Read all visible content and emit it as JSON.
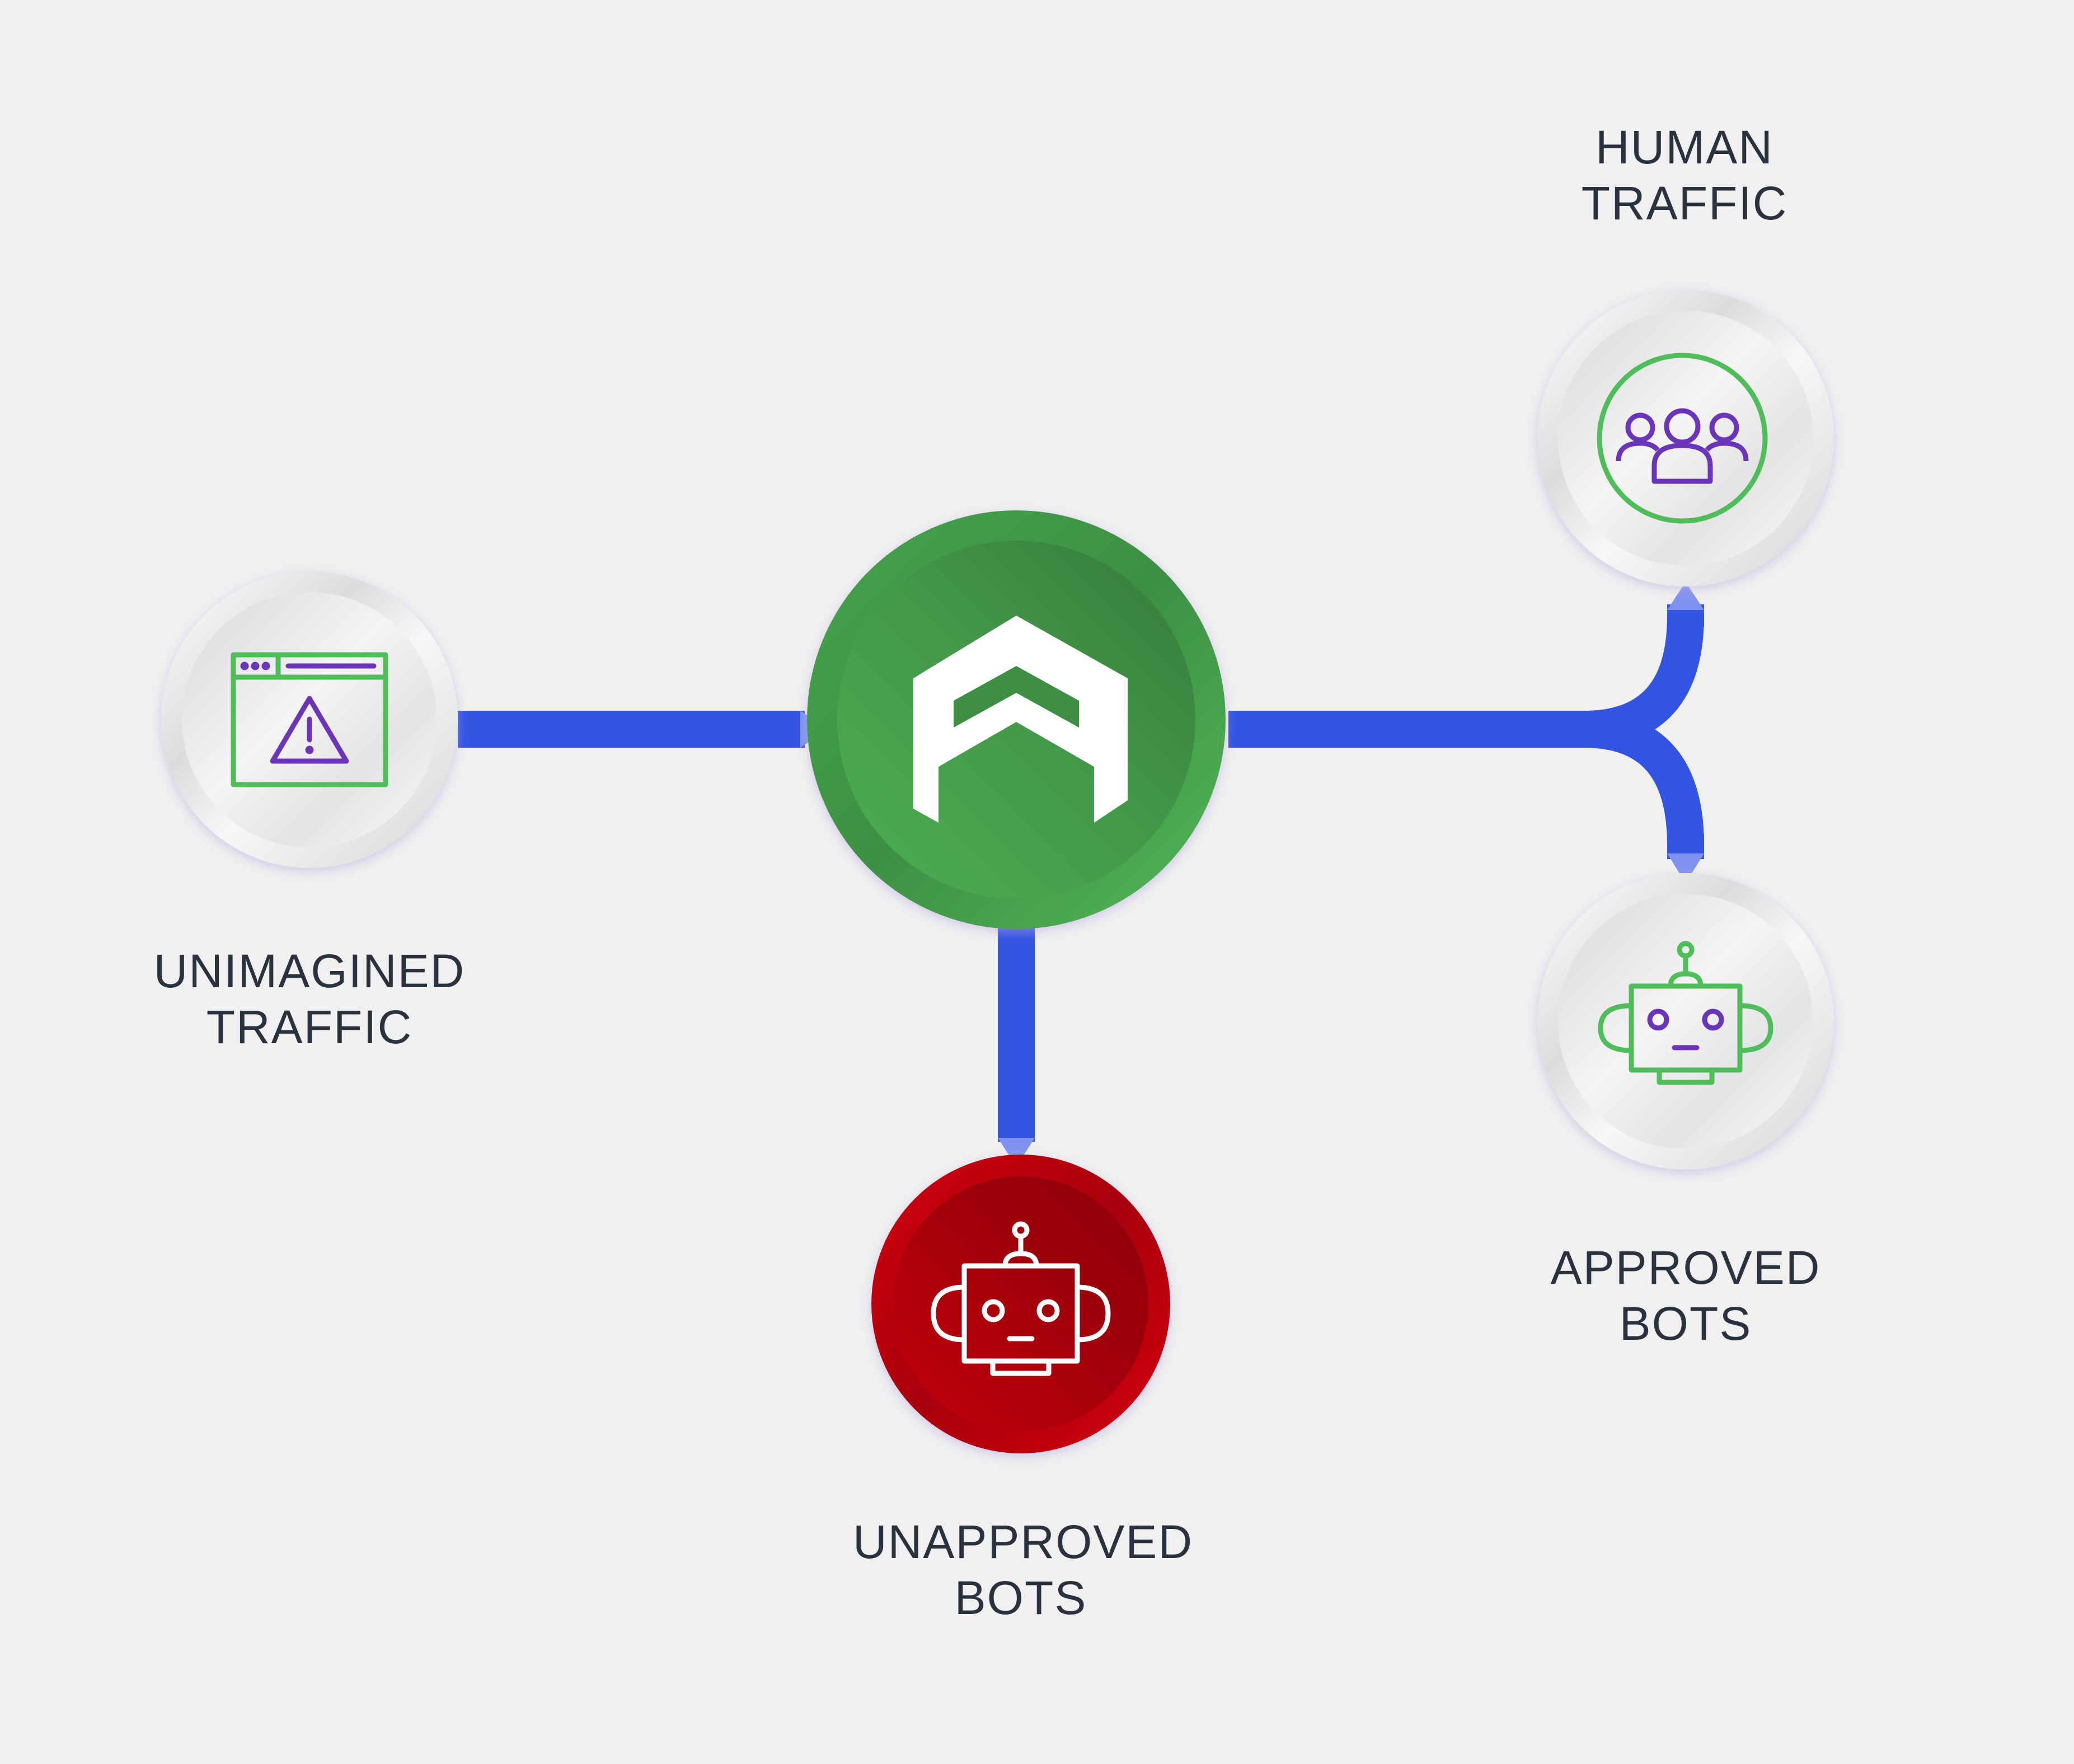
{
  "nodes": {
    "unimagined": {
      "label_line1": "UNIMAGINED",
      "label_line2": "TRAFFIC",
      "icon": "browser-warning-icon"
    },
    "center": {
      "icon": "logo-icon"
    },
    "human": {
      "label_line1": "HUMAN",
      "label_line2": "TRAFFIC",
      "icon": "users-group-icon"
    },
    "approved": {
      "label_line1": "APPROVED",
      "label_line2": "BOTS",
      "icon": "robot-icon"
    },
    "unapproved": {
      "label_line1": "UNAPPROVED",
      "label_line2": "BOTS",
      "icon": "robot-icon"
    }
  },
  "colors": {
    "background": "#f0f0f0",
    "connector": "#3353e2",
    "arrow_head": "#7f92f0",
    "center_fill": "#4caf50",
    "center_dark": "#357a3b",
    "unapproved_fill": "#c1000a",
    "unapproved_dark": "#8b0009",
    "icon_green": "#4fbd5a",
    "icon_purple": "#6a35b8",
    "label_text": "#2a3240"
  }
}
